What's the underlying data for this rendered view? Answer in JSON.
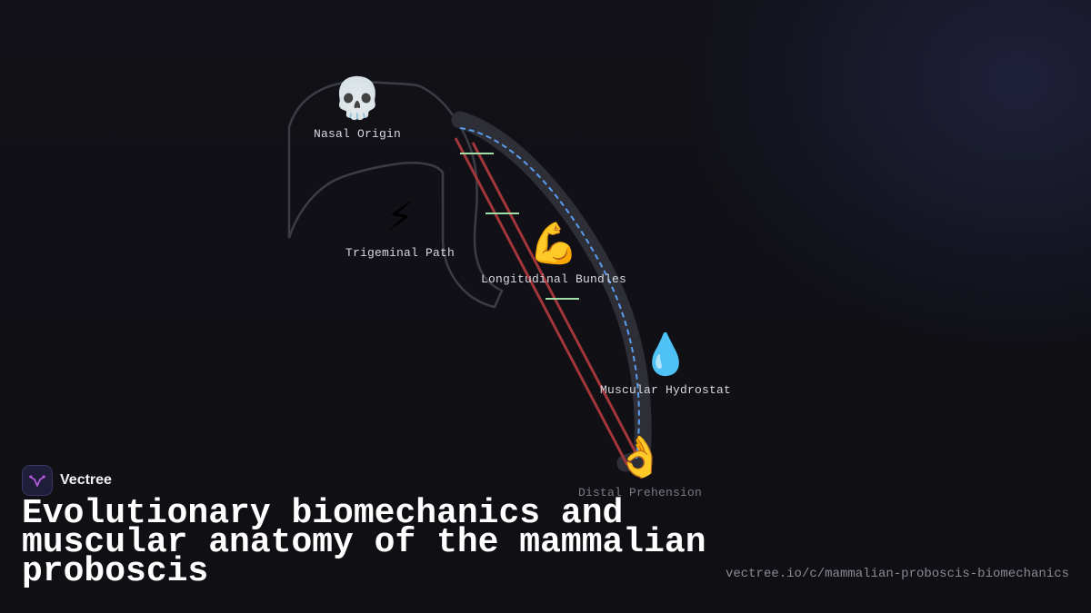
{
  "diagram": {
    "nodes": [
      {
        "id": "nasal-origin",
        "emoji": "💀",
        "label": "Nasal Origin"
      },
      {
        "id": "trigeminal-path",
        "emoji": "⚡",
        "label": "Trigeminal Path"
      },
      {
        "id": "longitudinal-bundles",
        "emoji": "💪",
        "label": "Longitudinal Bundles"
      },
      {
        "id": "muscular-hydrostat",
        "emoji": "💧",
        "label": "Muscular Hydrostat"
      },
      {
        "id": "distal-prehension",
        "emoji": "👌",
        "label": "Distal Prehension"
      }
    ],
    "colors": {
      "skull_outline": "#3a3d44",
      "trunk_band": "#2e2f36",
      "red_lines": "#a3363a",
      "dashed_path": "#5a9cf0",
      "tick_marks": "#9fe0a8"
    }
  },
  "brand": {
    "name": "Vectree",
    "logo_color": "#b15ad8"
  },
  "title": "Evolutionary biomechanics and muscular anatomy of the mammalian proboscis",
  "url": "vectree.io/c/mammalian-proboscis-biomechanics"
}
